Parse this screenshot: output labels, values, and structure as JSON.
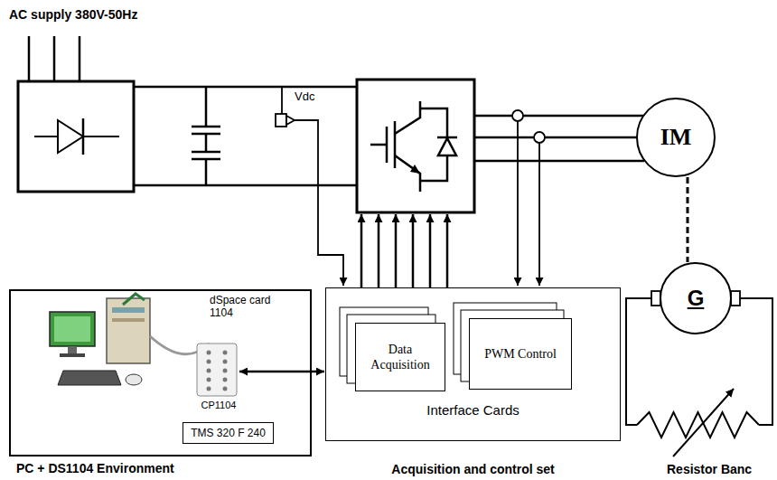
{
  "diagram": {
    "nodes": [
      {
        "text": [
          "PC + DS1104 Environment"
        ]
      },
      {
        "text": [
          "CP1104"
        ],
        "in": 0
      },
      {
        "text": [
          "TMS 320 F 240"
        ],
        "in": 0
      },
      {
        "text": [
          "Interface Cards",
          "Acquisition and control set"
        ]
      },
      {
        "text": [
          "Data Acquisition"
        ],
        "in": 3
      },
      {
        "text": [
          "PWM Control"
        ],
        "in": 3
      },
      {
        "text": [
          "IM"
        ]
      },
      {
        "text": [
          "G"
        ]
      }
    ],
    "edges": [
      {
        "from": 1,
        "to": 3,
        "arrow": "both"
      },
      {
        "from": 6,
        "to": 7,
        "arrow": "none"
      }
    ],
    "labels": [
      "AC supply 380V-50Hz",
      "Vdc",
      "dSpace card 1104",
      "Resistor Banc"
    ]
  }
}
